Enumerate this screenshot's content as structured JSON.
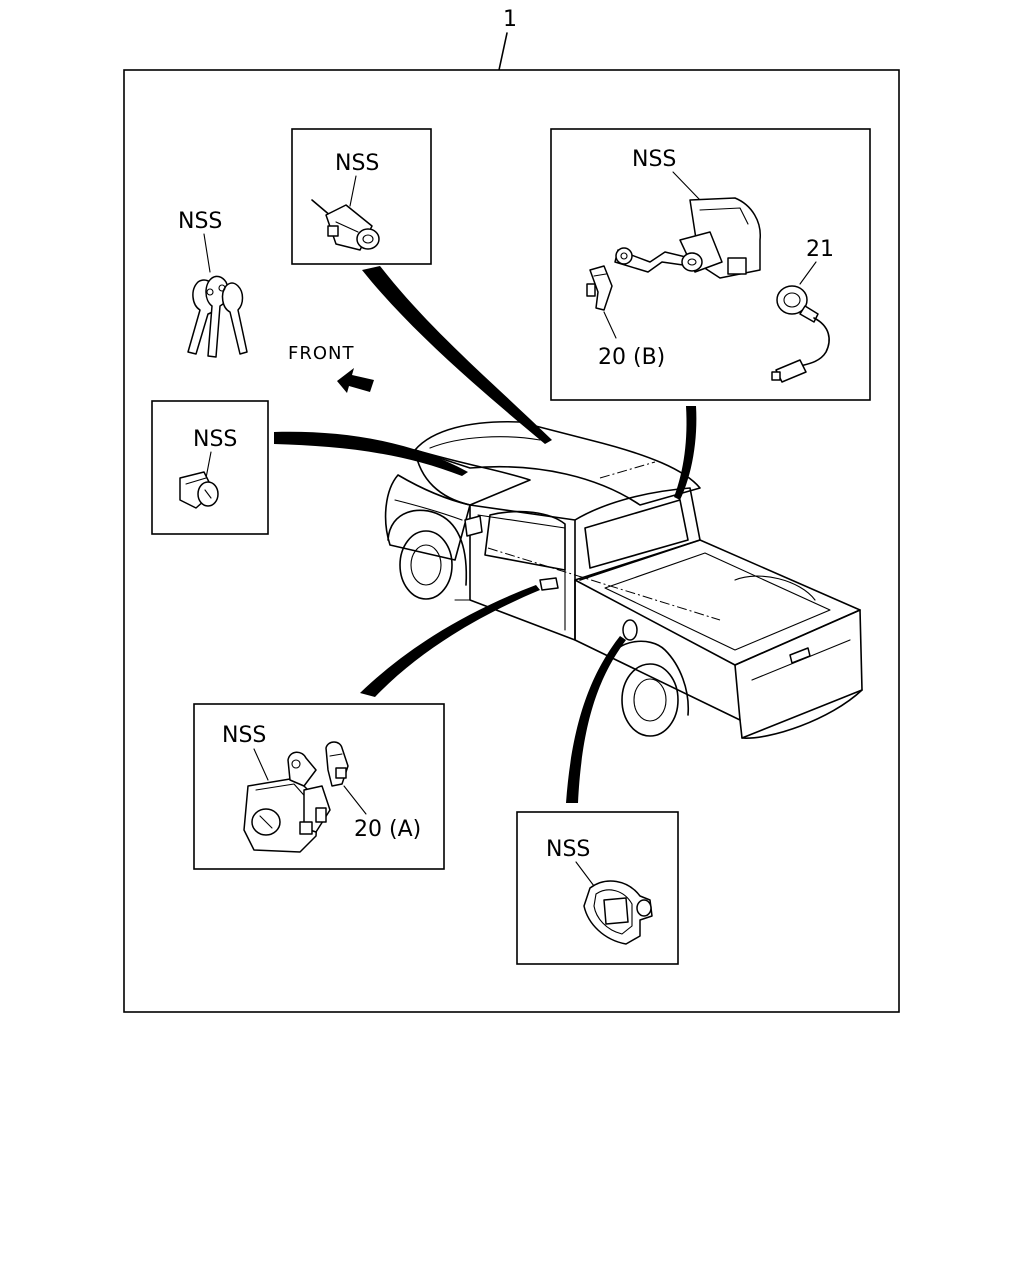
{
  "assembly_label": "1",
  "front_label": "FRONT",
  "callouts": {
    "keys": "NSS",
    "ignition_cylinder": "NSS",
    "door_cylinder_small": "NSS",
    "tailgate_lock": "NSS",
    "part_21": "21",
    "part_20b": "20 (B)",
    "door_lock_assy": "NSS",
    "part_20a": "20 (A)",
    "fuel_lid_lock": "NSS"
  }
}
